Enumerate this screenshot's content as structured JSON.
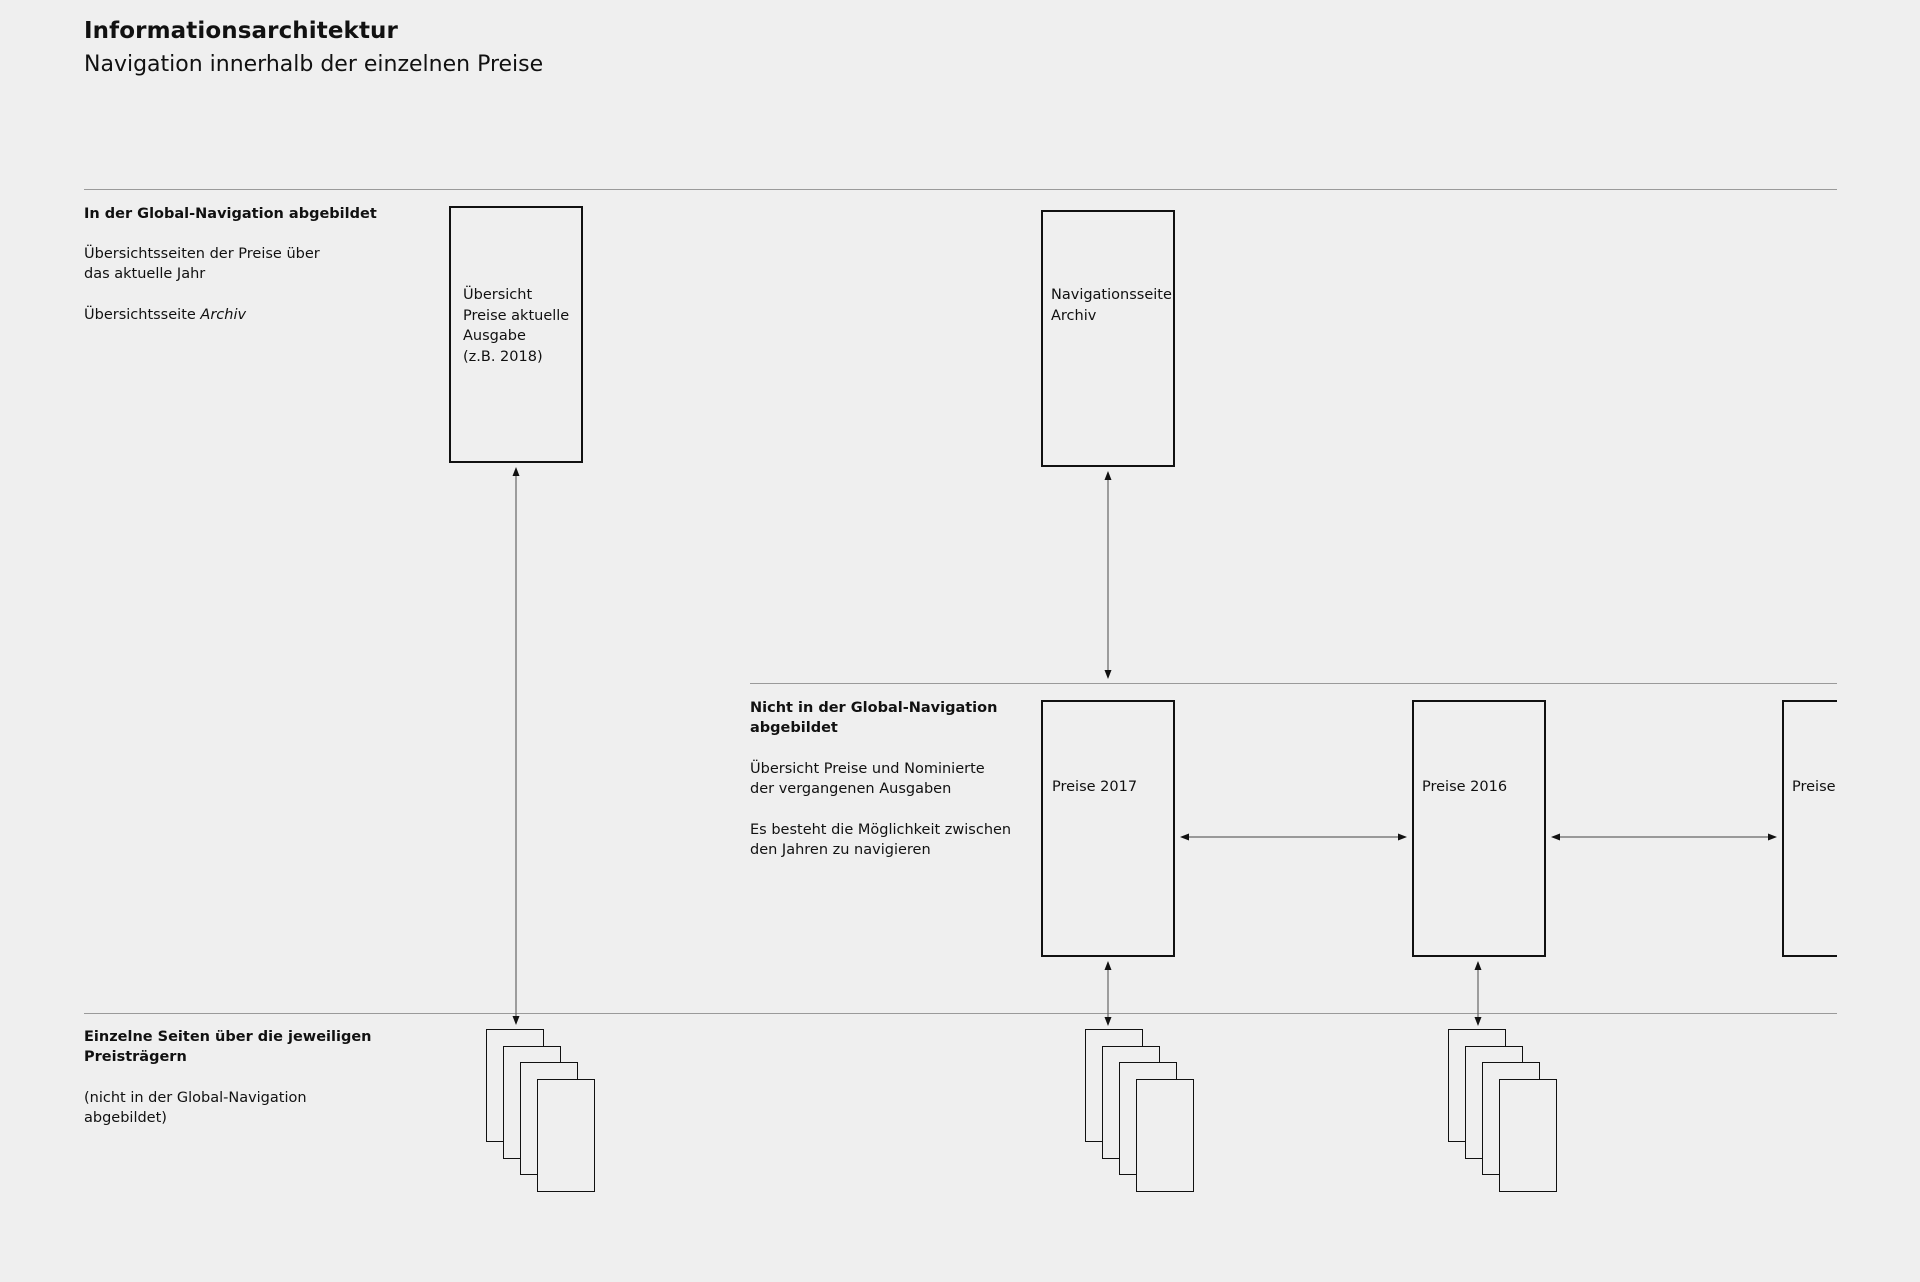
{
  "header": {
    "title": "Informationsarchitektur",
    "subtitle": "Navigation innerhalb der einzelnen Preise"
  },
  "section_global": {
    "heading": "In der Global-Navigation abgebildet",
    "text1_line1": "Übersichtsseiten der Preise über",
    "text1_line2": "das aktuelle Jahr",
    "text2_prefix": "Übersichtsseite ",
    "text2_italic": "Archiv"
  },
  "section_not_global": {
    "heading_line1": "Nicht in der Global-Navigation",
    "heading_line2": "abgebildet",
    "text1_line1": "Übersicht Preise und Nominierte",
    "text1_line2": "der vergangenen Ausgaben",
    "text2_line1": "Es besteht die Möglichkeit zwischen",
    "text2_line2": "den Jahren zu navigieren"
  },
  "section_pages": {
    "heading_line1": "Einzelne Seiten über die jeweiligen",
    "heading_line2": "Preisträgern",
    "text_line1": "(nicht in der Global-Navigation",
    "text_line2": "abgebildet)"
  },
  "nodes": {
    "current": {
      "line1": "Übersicht",
      "line2": "Preise aktuelle",
      "line3": "Ausgabe",
      "line4": "(z.B. 2018)"
    },
    "archive": {
      "line1": "Navigationsseite",
      "line2": "Archiv"
    },
    "year_2017": {
      "label": "Preise 2017"
    },
    "year_2016": {
      "label": "Preise 2016"
    },
    "year_next": {
      "label": "Preise"
    }
  }
}
